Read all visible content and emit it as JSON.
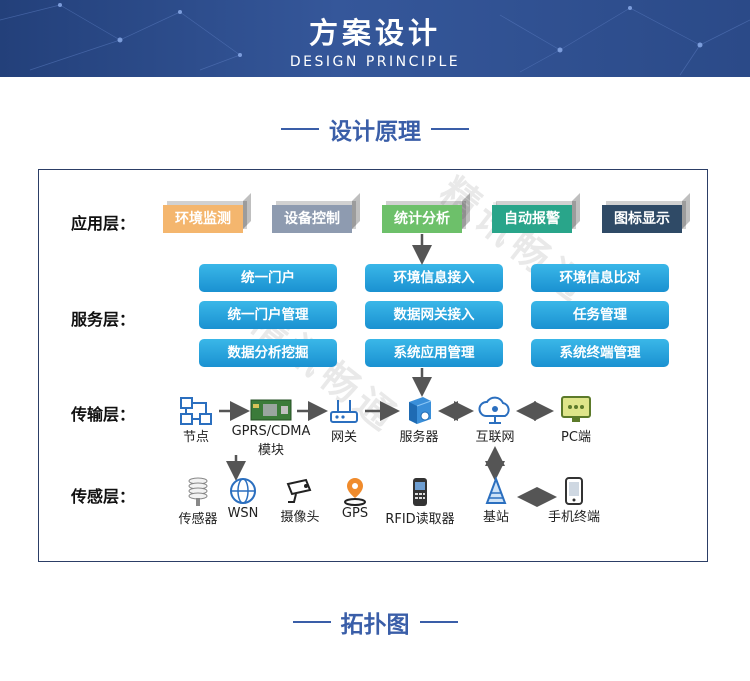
{
  "banner": {
    "title": "方案设计",
    "subtitle": "DESIGN PRINCIPLE"
  },
  "section1": {
    "title": "设计原理"
  },
  "section2": {
    "title": "拓扑图"
  },
  "watermark": "精讯畅通",
  "layers": {
    "app": "应用层：",
    "service": "服务层：",
    "transport": "传输层：",
    "sensing": "传感层："
  },
  "app_items": [
    {
      "label": "环境监测",
      "color": "#f4b66e"
    },
    {
      "label": "设备控制",
      "color": "#8e9bb0"
    },
    {
      "label": "统计分析",
      "color": "#6dc06a"
    },
    {
      "label": "自动报警",
      "color": "#29a58a"
    },
    {
      "label": "图标显示",
      "color": "#2f4a66"
    }
  ],
  "service_cols": [
    [
      "统一门户",
      "统一门户管理",
      "数据分析挖掘"
    ],
    [
      "环境信息接入",
      "数据网关接入",
      "系统应用管理"
    ],
    [
      "环境信息比对",
      "任务管理",
      "系统终端管理"
    ]
  ],
  "transport_nodes": {
    "node": "节点",
    "gprs_line1": "GPRS/CDMA",
    "gprs_line2": "模块",
    "gateway": "网关",
    "server": "服务器",
    "internet": "互联网",
    "pc": "PC端"
  },
  "sensing_nodes": {
    "sensor": "传感器",
    "wsn": "WSN",
    "camera": "摄像头",
    "gps": "GPS",
    "rfid": "RFID读取器",
    "base": "基站",
    "mobile": "手机终端"
  }
}
